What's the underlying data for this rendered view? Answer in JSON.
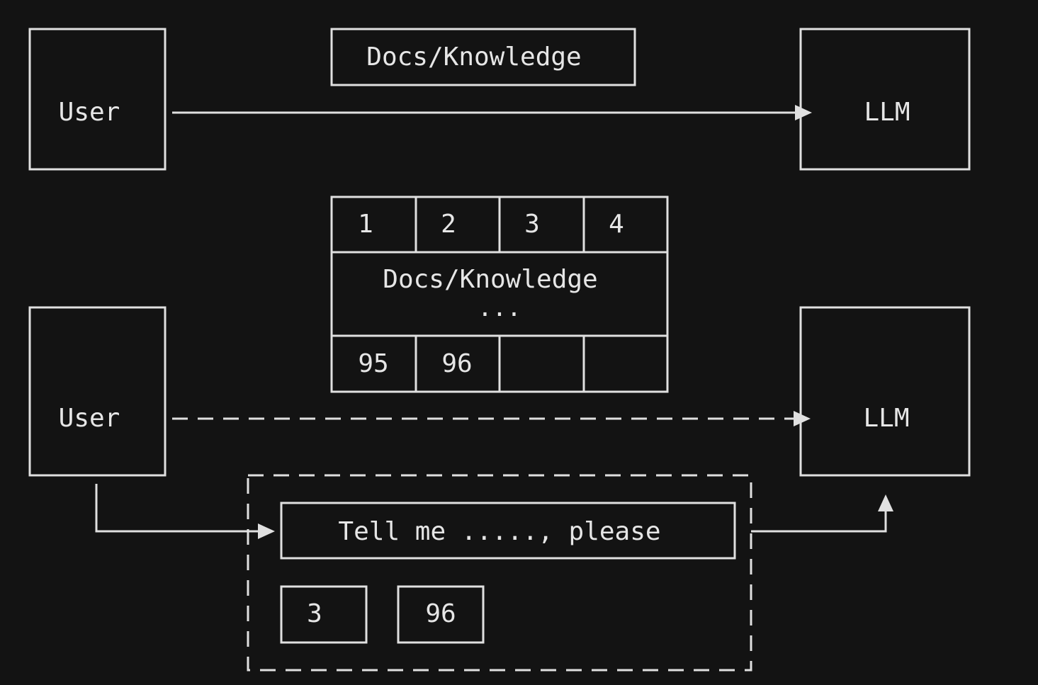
{
  "colors": {
    "background": "#131313",
    "foreground": "#e0e0e0"
  },
  "top": {
    "user_label": "User",
    "docs_label": "Docs/Knowledge",
    "llm_label": "LLM"
  },
  "bottom": {
    "user_label": "User",
    "llm_label": "LLM",
    "docs_table": {
      "top_row": [
        "1",
        "2",
        "3",
        "4"
      ],
      "middle_label": "Docs/Knowledge",
      "ellipsis": "...",
      "bottom_row": [
        "95",
        "96",
        "",
        ""
      ]
    },
    "prompt_text": "Tell me ....., please",
    "selected_chunks": [
      "3",
      "96"
    ]
  }
}
